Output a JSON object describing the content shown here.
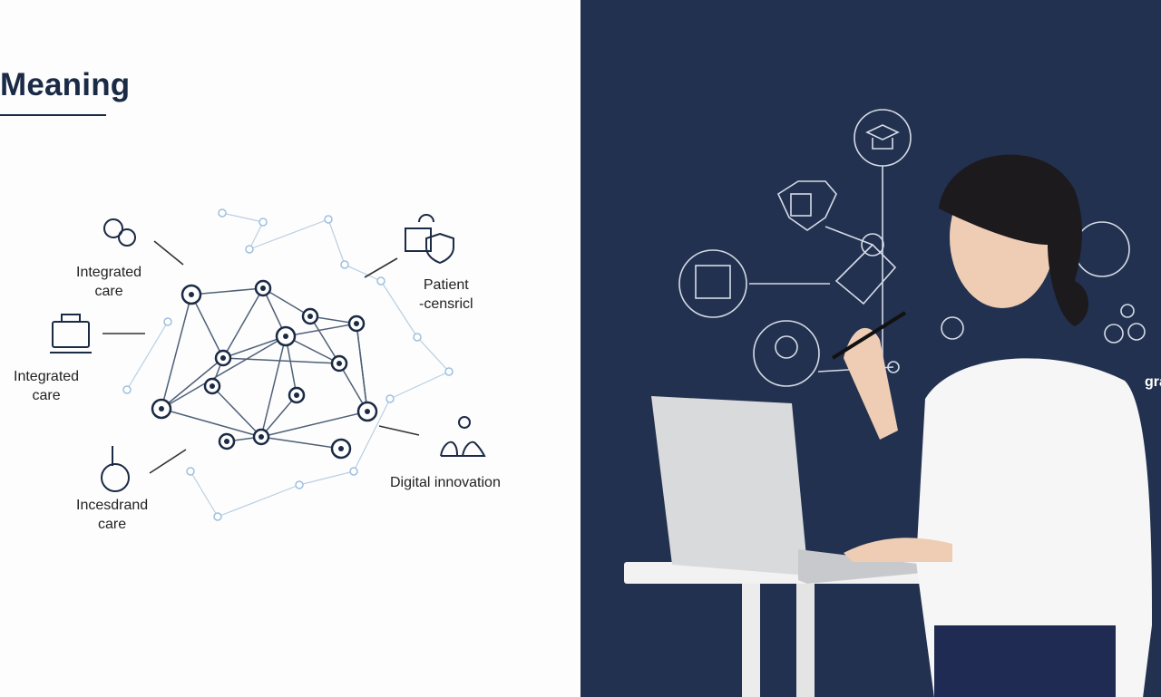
{
  "title": "Meaning",
  "left_labels": [
    {
      "text1": "Integrated",
      "text2": "care",
      "icon": "gears-icon"
    },
    {
      "text1": "Integrated",
      "text2": "care",
      "icon": "briefcase-icon"
    },
    {
      "text1": "Incesdrand",
      "text2": "care",
      "icon": "thermometer-icon"
    },
    {
      "text1": "Patient",
      "text2": "-censricl",
      "icon": "shield-plus-icon"
    },
    {
      "text1": "Digital innovation",
      "text2": "",
      "icon": "people-puzzle-icon"
    }
  ],
  "right_edge_text": "gran",
  "colors": {
    "navy": "#22314f",
    "node": "#1b2a45",
    "light_node": "#9cc0de"
  }
}
